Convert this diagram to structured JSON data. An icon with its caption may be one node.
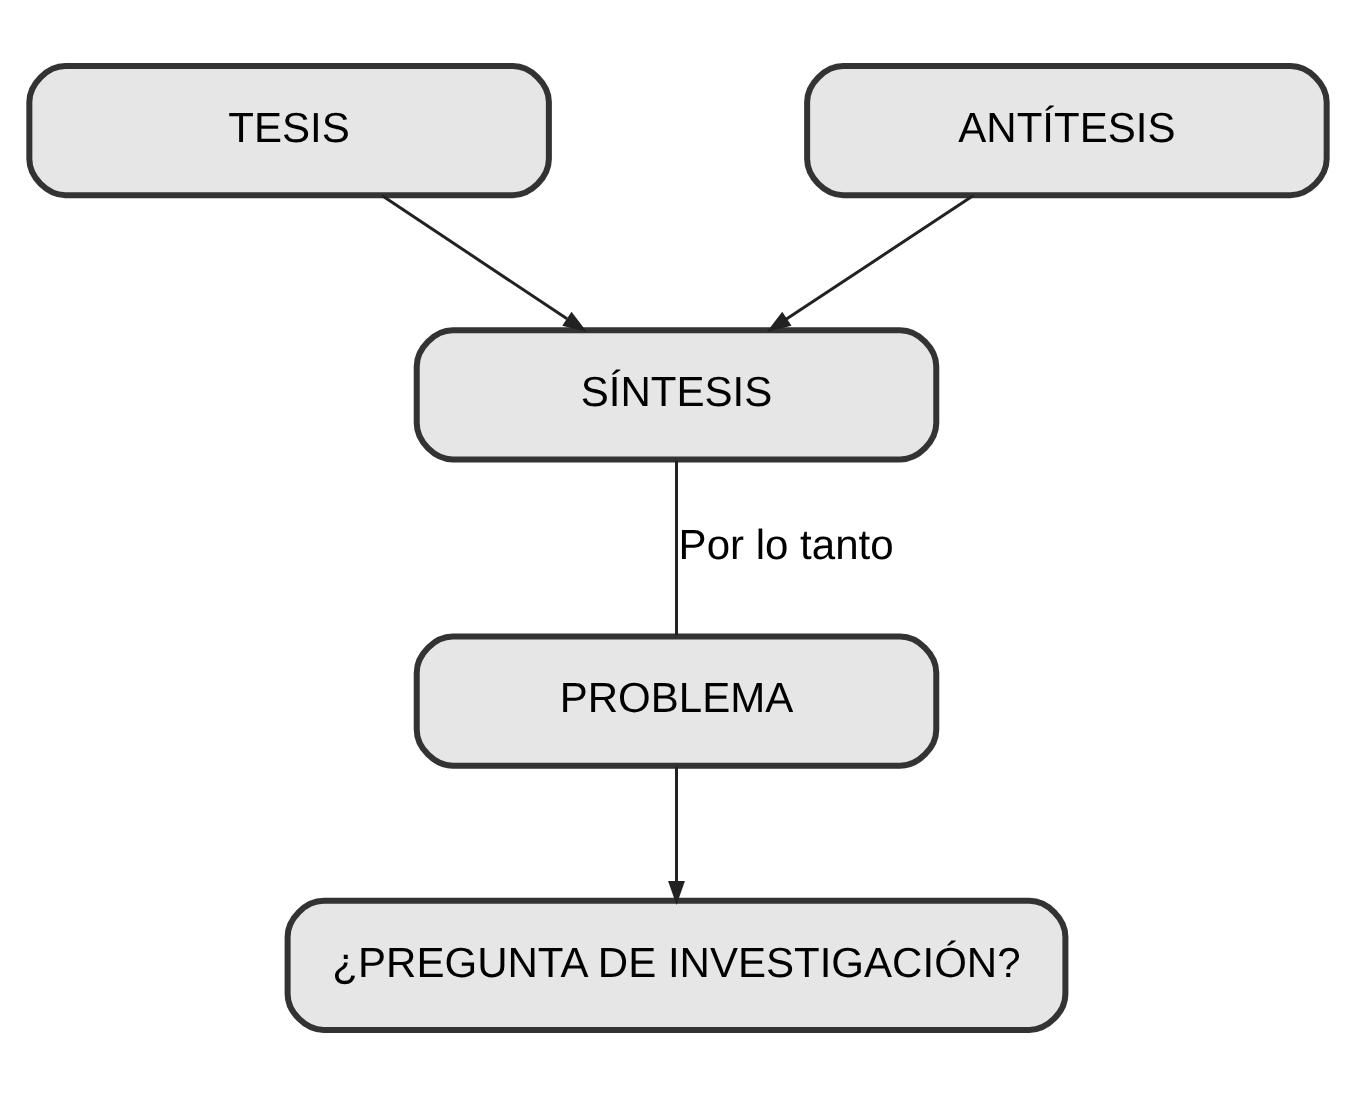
{
  "diagram": {
    "nodes": [
      {
        "text": [
          "TESIS"
        ]
      },
      {
        "text": [
          "ANTÍTESIS"
        ]
      },
      {
        "text": [
          "SÍNTESIS"
        ]
      },
      {
        "text": [
          "PROBLEMA"
        ]
      },
      {
        "text": [
          "¿PREGUNTA DE INVESTIGACIÓN?"
        ]
      }
    ],
    "edges": [
      {
        "from": 0,
        "to": 2,
        "arrow": "to"
      },
      {
        "from": 1,
        "to": 2,
        "arrow": "to"
      },
      {
        "from": 2,
        "to": 3,
        "arrow": "none",
        "label": "Por lo tanto"
      },
      {
        "from": 3,
        "to": 4,
        "arrow": "to"
      }
    ]
  }
}
